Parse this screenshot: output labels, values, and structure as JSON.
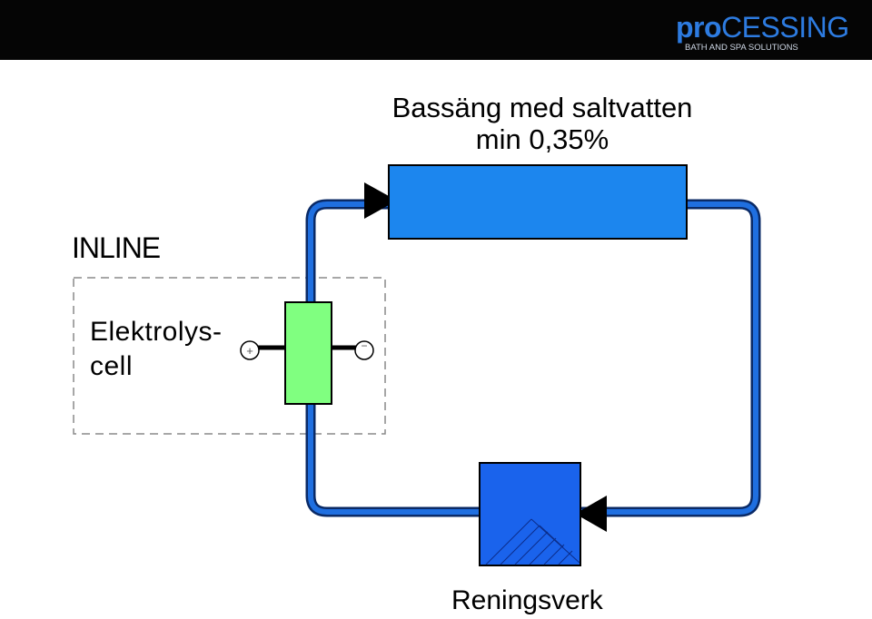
{
  "header": {
    "logo_bold": "pro",
    "logo_rest": "CESSING",
    "logo_tagline": "BATH AND SPA SOLUTIONS"
  },
  "diagram": {
    "pool_title_line1": "Bassäng med saltvatten",
    "pool_title_line2": "min 0,35%",
    "inline_label": "INLINE",
    "cell_label_line1": "Elektrolys-",
    "cell_label_line2": "cell",
    "filter_label": "Reningsverk",
    "terminal_plus": "+",
    "terminal_minus": "−"
  },
  "colors": {
    "pipe": "#1f6fe0",
    "pipe_outline": "#0a2a66",
    "pool": "#1c86ee",
    "filter": "#1a63ec",
    "cell": "#80ff80",
    "header_bg": "#050505",
    "logo": "#2d7be0"
  }
}
